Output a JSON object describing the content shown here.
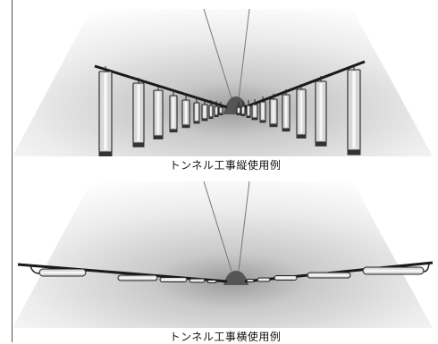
{
  "panels": [
    {
      "caption": "トンネル工事縦使用例",
      "orientation": "vertical"
    },
    {
      "caption": "トンネル工事横使用例",
      "orientation": "horizontal"
    }
  ],
  "colors": {
    "wall_edge": "#f4f4f4",
    "wall_center": "#9a9a9a",
    "ceiling_line": "#777777",
    "fixture_body": "#d8d8d8",
    "fixture_outline": "#222222",
    "rail": "#1a1a1a",
    "tunnel_exit": "#555555"
  }
}
